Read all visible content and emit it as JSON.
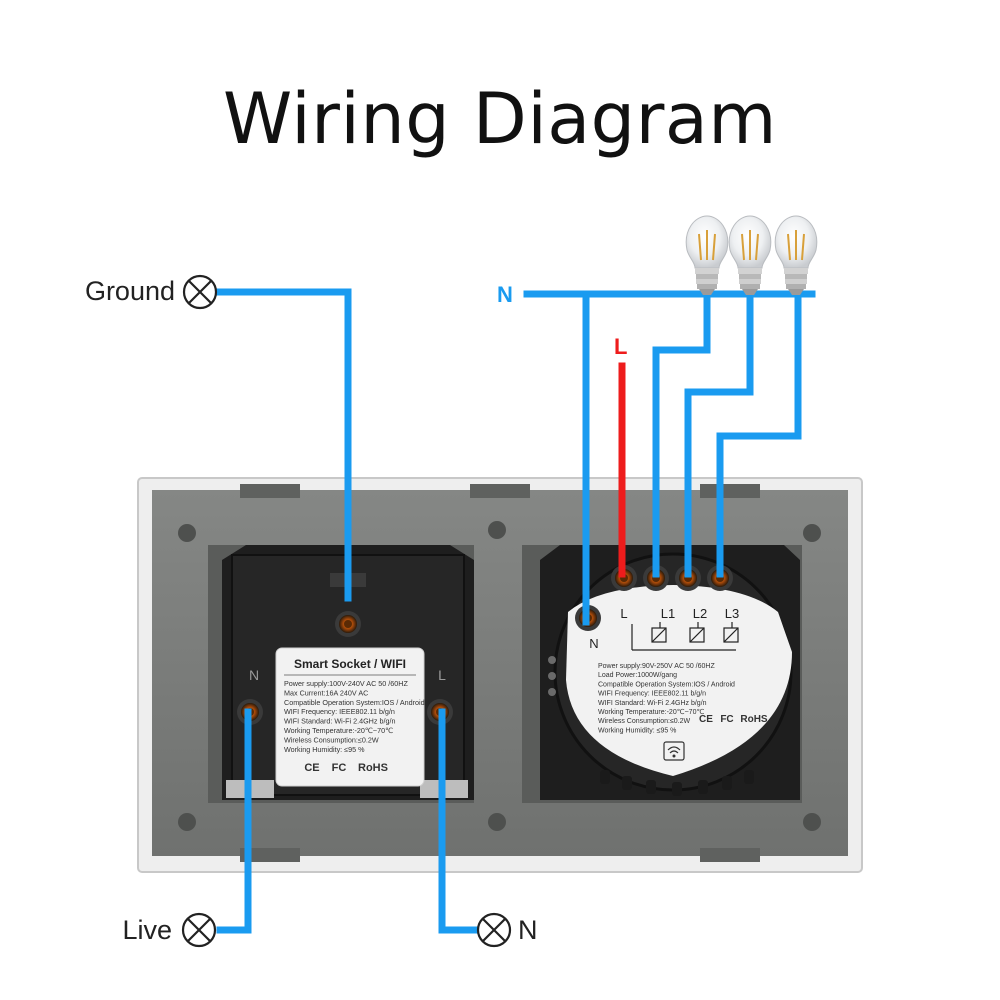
{
  "title": "Wiring Diagram",
  "terminals": {
    "ground": "Ground",
    "live": "Live",
    "neutral_bottom": "N",
    "neutral_top": "N",
    "line_top": "L"
  },
  "socket": {
    "label_title": "Smart Socket / WIFI",
    "spec_lines": [
      "Power supply:100V-240V AC  50 /60HZ",
      "Max Current:16A  240V AC",
      "Compatible Operation System:IOS / Android",
      "WIFI Frequency: IEEE802.11 b/g/n",
      "WIFI Standard: Wi-Fi 2.4GHz b/g/n",
      "Working Temperature:-20℃~70℃",
      "Wireless Consumption:≤0.2W",
      "Working Humidity: ≤95 %"
    ],
    "marks": [
      "CE",
      "FC",
      "RoHS"
    ],
    "side_n": "N",
    "side_l": "L"
  },
  "switch": {
    "pin_labels": [
      "L",
      "L1",
      "L2",
      "L3"
    ],
    "n_label": "N",
    "spec_lines": [
      "Power supply:90V-250V AC  50 /60HZ",
      "Load Power:1000W/gang",
      "Compatible Operation System:IOS / Android",
      "WIFI Frequency: IEEE802.11 b/g/n",
      "WIFI Standard: Wi-Fi 2.4GHz b/g/n",
      "Working Temperature:-20℃~70℃",
      "Wireless Consumption:≤0.2W",
      "Working Humidity: ≤95 %"
    ],
    "marks": [
      "CE",
      "FC",
      "RoHS"
    ]
  },
  "colors": {
    "wire_blue": "#1a9bf0",
    "wire_red": "#ee1c1c",
    "frame": "#7b7d7b",
    "module": "#1f1f1f",
    "label_bg": "#f2f2f2",
    "line_label_red": "#ee1c1c",
    "neutral_label_blue": "#1a9bf0"
  },
  "icons": {
    "terminal": "circle-x-icon",
    "bulb": "light-bulb-icon",
    "wifi_badge": "wifi-icon"
  }
}
